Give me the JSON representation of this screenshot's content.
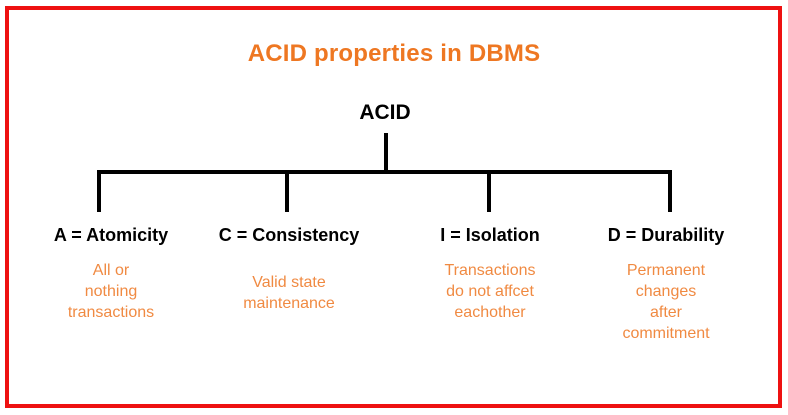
{
  "diagram": {
    "title": "ACID properties in DBMS",
    "root": "ACID",
    "branches": [
      {
        "label": "A = Atomicity",
        "description_lines": [
          "All or",
          "nothing",
          "transactions"
        ]
      },
      {
        "label": "C = Consistency",
        "description_lines": [
          "Valid state",
          "maintenance"
        ]
      },
      {
        "label": "I = Isolation",
        "description_lines": [
          "Transactions",
          "do not affcet",
          "eachother"
        ]
      },
      {
        "label": "D = Durability",
        "description_lines": [
          "Permanent",
          "changes",
          "after",
          "commitment"
        ]
      }
    ]
  },
  "colors": {
    "border": "#ee1111",
    "title_orange": "#ee7722",
    "body_orange": "#f08a42",
    "text_black": "#000000",
    "background": "#ffffff"
  }
}
